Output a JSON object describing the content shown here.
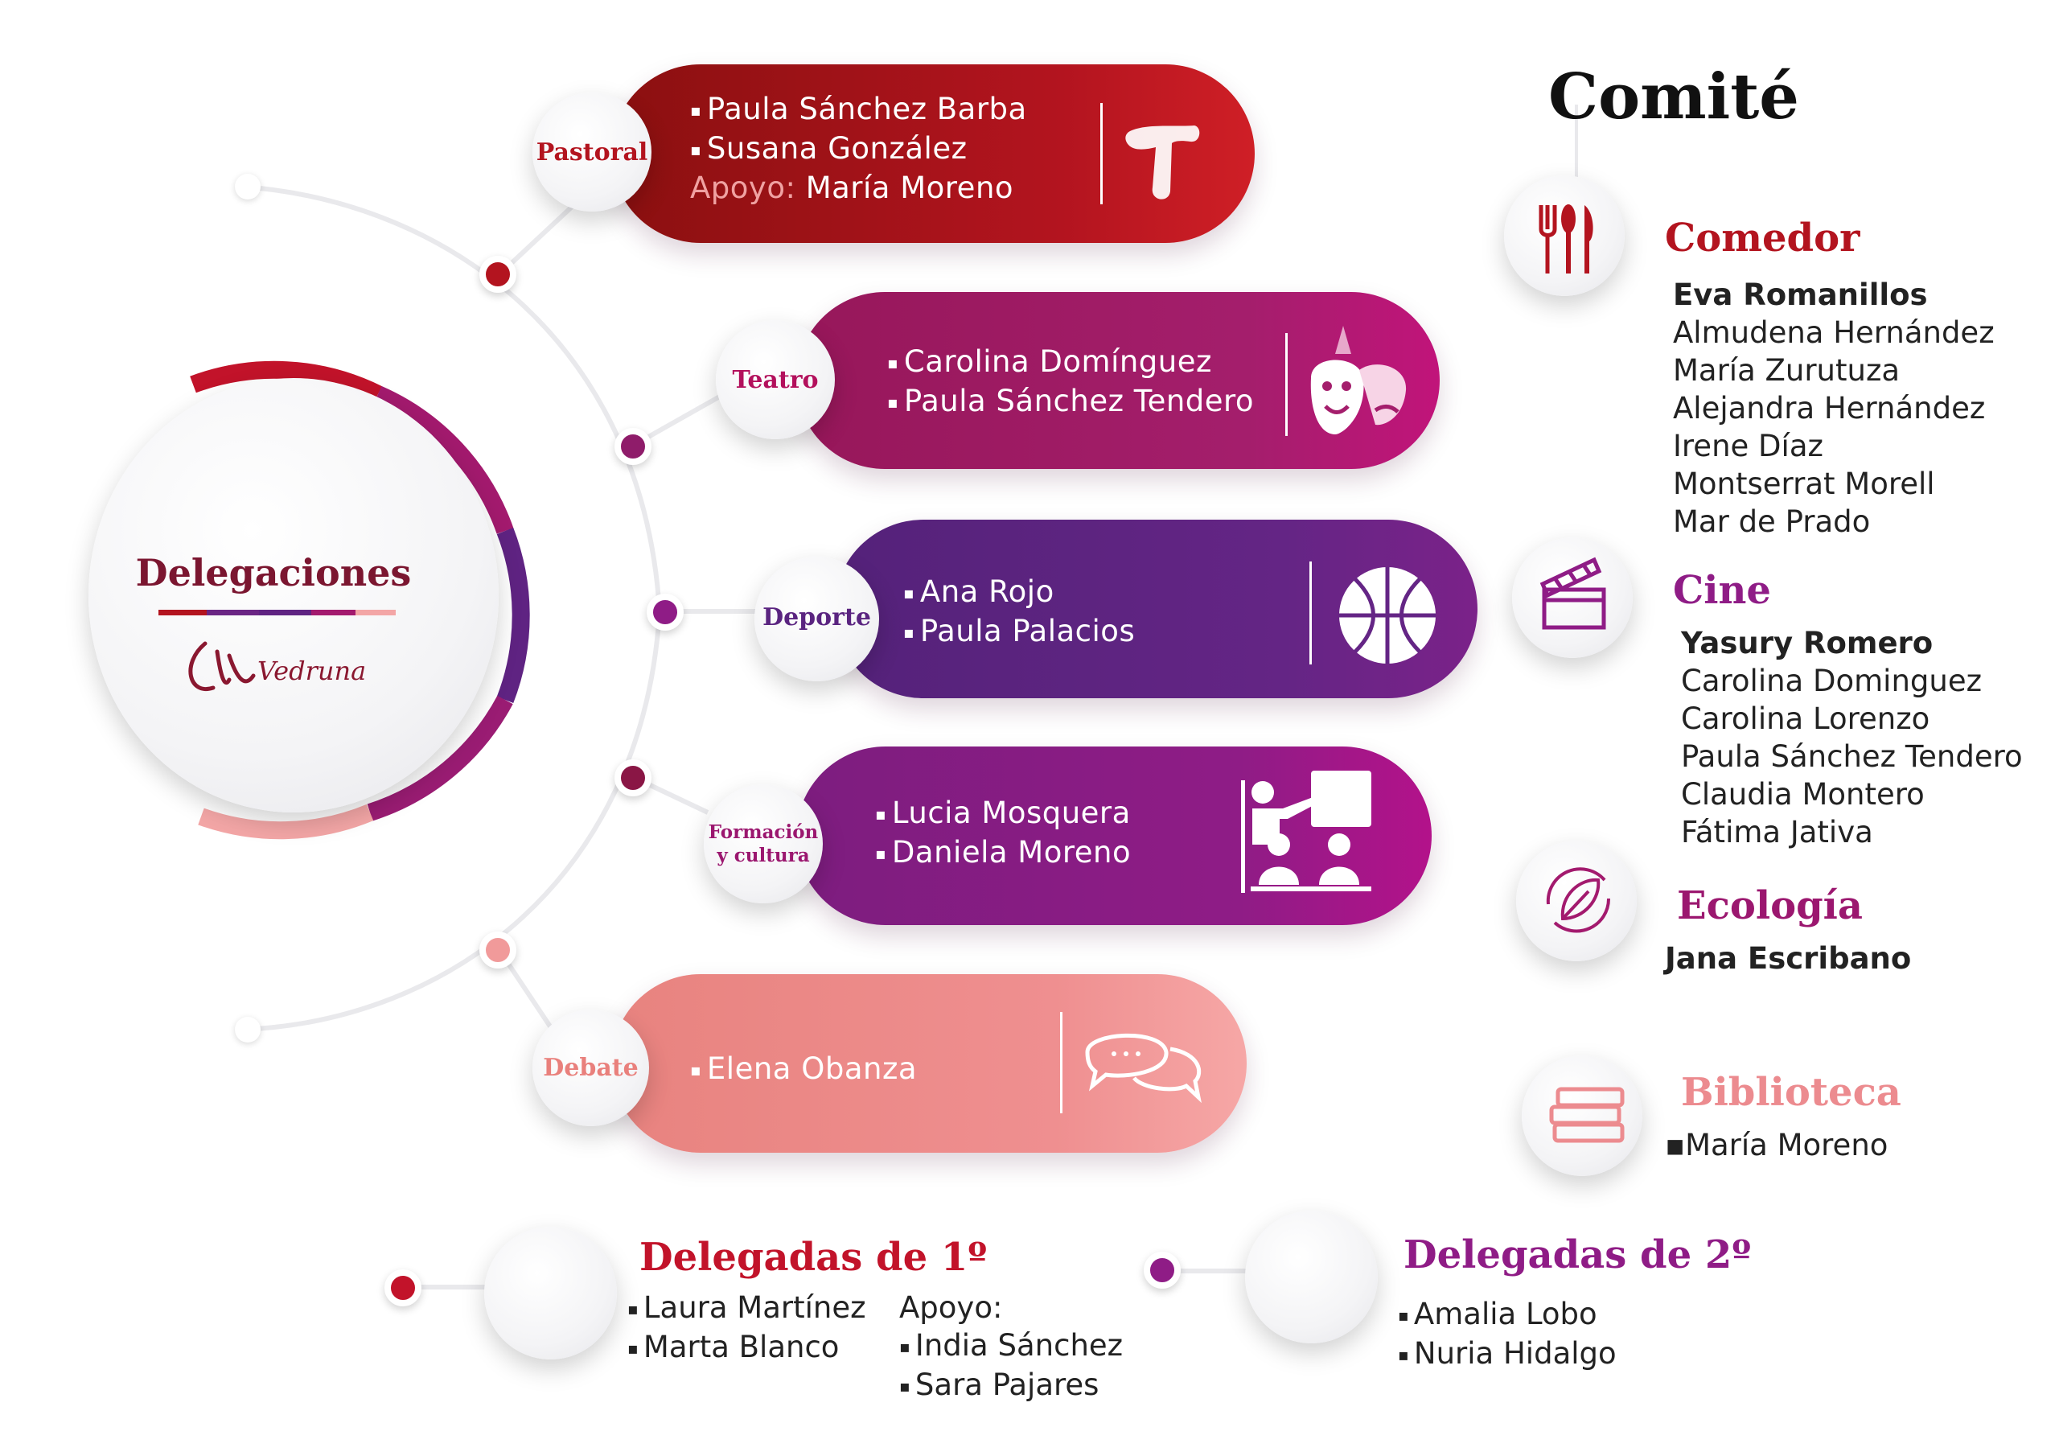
{
  "center": {
    "title": "Delegaciones",
    "logo_text": "Vedruna"
  },
  "colors": {
    "pastoral": "#b3141f",
    "teatro": "#a31a6e",
    "deporte": "#6a2584",
    "formacion": "#8f1c86",
    "debate": "#ec8b8f"
  },
  "delegations": [
    {
      "label": "Pastoral",
      "icon": "cross-icon",
      "members": [
        "Paula Sánchez Barba",
        "Susana González"
      ],
      "support_label": "Apoyo:",
      "support_name": "María Moreno"
    },
    {
      "label": "Teatro",
      "icon": "theater-masks-icon",
      "members": [
        "Carolina Domínguez",
        "Paula Sánchez Tendero"
      ]
    },
    {
      "label": "Deporte",
      "icon": "basketball-icon",
      "members": [
        "Ana Rojo",
        "Paula Palacios"
      ]
    },
    {
      "label_line1": "Formación",
      "label_line2": "y cultura",
      "icon": "classroom-icon",
      "members": [
        "Lucia Mosquera",
        "Daniela Moreno"
      ]
    },
    {
      "label": "Debate",
      "icon": "chat-bubbles-icon",
      "members": [
        "Elena Obanza"
      ]
    }
  ],
  "comite": {
    "title": "Comité",
    "groups": [
      {
        "name": "Comedor",
        "icon": "cutlery-icon",
        "lead": "Eva Romanillos",
        "members": [
          "Almudena Hernández",
          "María Zurutuza",
          "Alejandra Hernández",
          "Irene Díaz",
          "Montserrat Morell",
          "Mar de Prado"
        ]
      },
      {
        "name": "Cine",
        "icon": "clapperboard-icon",
        "lead": "Yasury Romero",
        "members": [
          "Carolina Dominguez",
          "Carolina Lorenzo",
          "Paula Sánchez Tendero",
          "Claudia Montero",
          "Fátima Jativa"
        ]
      },
      {
        "name": "Ecología",
        "icon": "leaf-icon",
        "lead": "Jana Escribano",
        "members": []
      },
      {
        "name": "Biblioteca",
        "icon": "books-icon",
        "lead": "",
        "members": [
          "▪María Moreno"
        ]
      }
    ]
  },
  "delegadas1": {
    "title": "Delegadas de 1º",
    "members": [
      "Laura Martínez",
      "Marta Blanco"
    ],
    "support_label": "Apoyo:",
    "support_members": [
      "India Sánchez",
      "Sara Pajares"
    ]
  },
  "delegadas2": {
    "title": "Delegadas de 2º",
    "members": [
      "Amalia Lobo",
      "Nuria Hidalgo"
    ]
  }
}
